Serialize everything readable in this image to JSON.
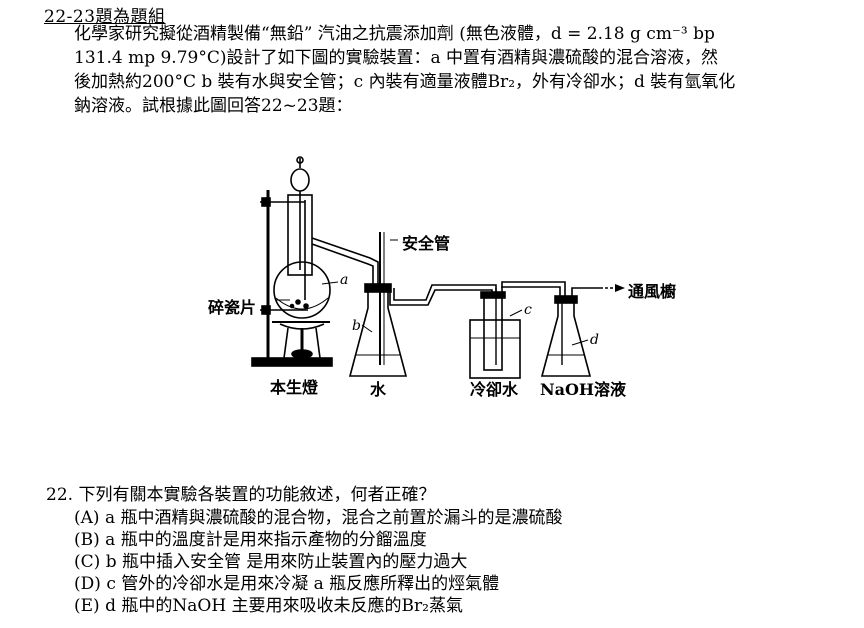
{
  "header": {
    "group_title": "22-23題為題組"
  },
  "intro": {
    "line1": "化學家研究擬從酒精製備“無鉛” 汽油之抗震添加劑 (無色液體，d = 2.18 g cm⁻³ bp",
    "line2": "131.4 mp 9.79°C)設計了如下圖的實驗裝置：a 中置有酒精與濃硫酸的混合溶液，然",
    "line3": "後加熱約200°C b 裝有水與安全管；c 內裝有適量液體Br₂，外有冷卻水；d 裝有氫氧化",
    "line4": "鈉溶液。試根據此圖回答22~23題："
  },
  "figure": {
    "label_safety_tube": "安全管",
    "label_fume_hood": "通風櫥",
    "label_porcelain": "碎瓷片",
    "label_burner": "本生燈",
    "label_water": "水",
    "label_cooling_water": "冷卻水",
    "label_naoh": "NaOH溶液",
    "letter_a": "a",
    "letter_b": "b",
    "letter_c": "c",
    "letter_d": "d"
  },
  "question": {
    "stem": "22. 下列有關本實驗各裝置的功能敘述，何者正確？",
    "options": [
      {
        "key": "(A)",
        "text": "a 瓶中酒精與濃硫酸的混合物，混合之前置於漏斗的是濃硫酸"
      },
      {
        "key": "(B)",
        "text": "a 瓶中的溫度計是用來指示產物的分餾溫度"
      },
      {
        "key": "(C)",
        "text": "b 瓶中插入安全管 是用來防止裝置內的壓力過大"
      },
      {
        "key": "(D)",
        "text": "c 管外的冷卻水是用來冷凝 a 瓶反應所釋出的烴氣體"
      },
      {
        "key": "(E)",
        "text": "d 瓶中的NaOH 主要用來吸收未反應的Br₂蒸氣"
      }
    ]
  }
}
